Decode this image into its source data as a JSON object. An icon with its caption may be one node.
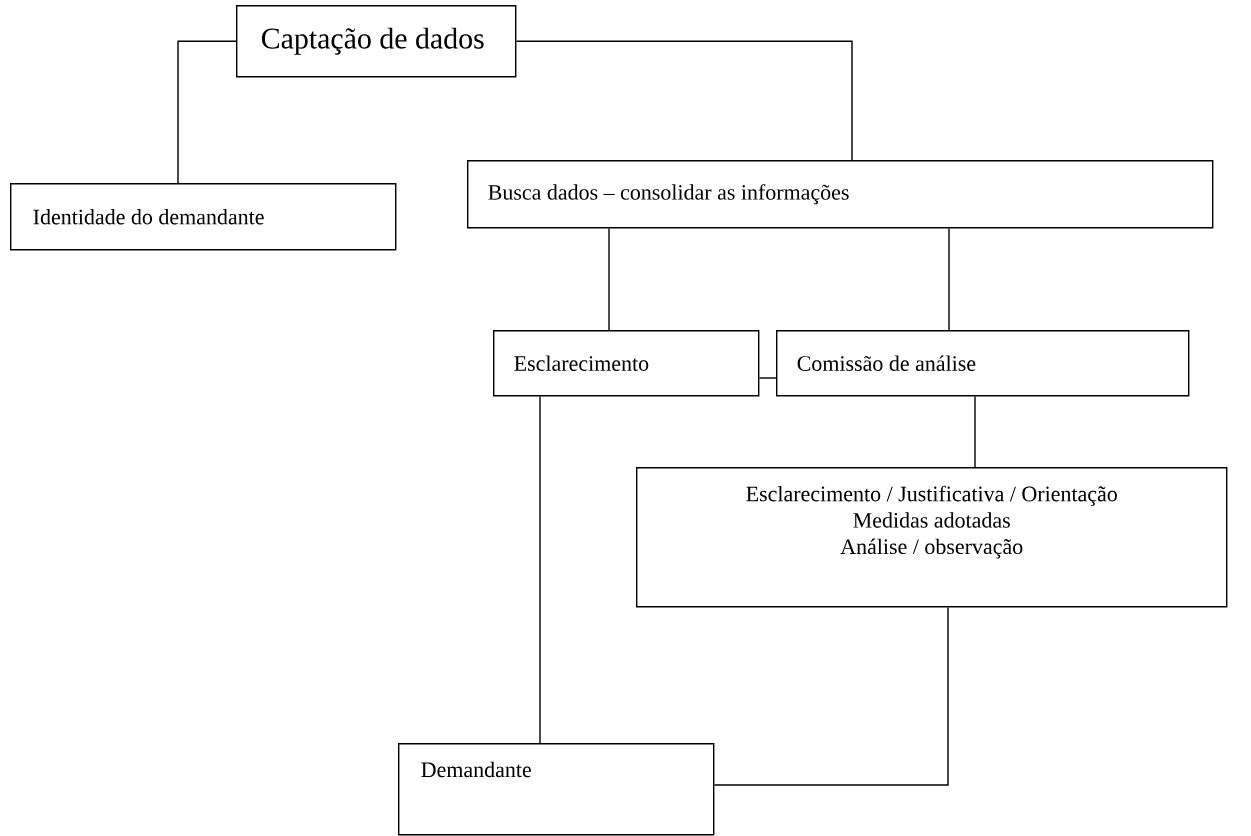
{
  "diagram": {
    "nodes": [
      {
        "text": [
          "Captação de dados"
        ]
      },
      {
        "text": [
          "Identidade do demandante"
        ]
      },
      {
        "text": [
          "Busca dados – consolidar as informações"
        ]
      },
      {
        "text": [
          "Esclarecimento"
        ]
      },
      {
        "text": [
          "Comissão de análise"
        ]
      },
      {
        "text": [
          "Esclarecimento / Justificativa / Orientação",
          "Medidas adotadas",
          "Análise / observação"
        ]
      },
      {
        "text": [
          "Demandante"
        ]
      }
    ],
    "edges": [
      {
        "from": 0,
        "to": 1,
        "arrow": "none"
      },
      {
        "from": 0,
        "to": 2,
        "arrow": "none"
      },
      {
        "from": 2,
        "to": 3,
        "arrow": "none"
      },
      {
        "from": 2,
        "to": 4,
        "arrow": "none"
      },
      {
        "from": 3,
        "to": 4,
        "arrow": "none"
      },
      {
        "from": 3,
        "to": 6,
        "arrow": "none"
      },
      {
        "from": 4,
        "to": 5,
        "arrow": "none"
      },
      {
        "from": 5,
        "to": 6,
        "arrow": "none"
      }
    ]
  }
}
